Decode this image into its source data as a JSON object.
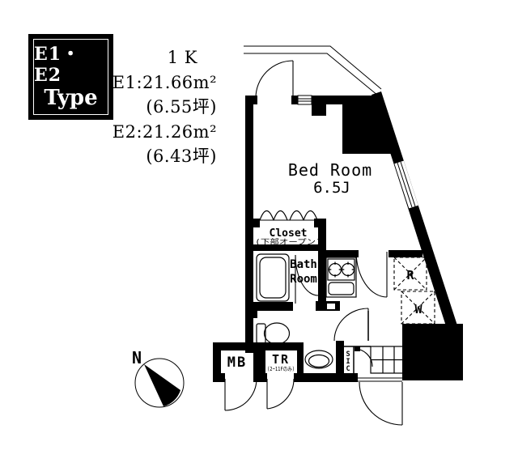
{
  "page": {
    "background": "#ffffff",
    "ink": "#000000"
  },
  "type_badge": {
    "line1": "E1・E2",
    "line2": "Type"
  },
  "info": {
    "layout": "1 K",
    "e1_area": "E1:21.66m²",
    "e1_tsubo": "(6.55坪)",
    "e2_area": "E2:21.26m²",
    "e2_tsubo": "(6.43坪)"
  },
  "rooms": {
    "bedroom": "Bed Room",
    "bedroom_size": "6.5J",
    "closet": "Closet",
    "closet_note": "(下部オープン)",
    "bath_line1": "Bath",
    "bath_line2": "Room"
  },
  "fixtures": {
    "refrigerator": "R",
    "washer": "W"
  },
  "utilities": {
    "meter_box": "MB",
    "trunk_room": "TR",
    "trunk_room_note": "(2~11Fのみ)",
    "shoe_closet": [
      "S",
      "I",
      "C"
    ]
  },
  "compass": {
    "north": "N"
  }
}
